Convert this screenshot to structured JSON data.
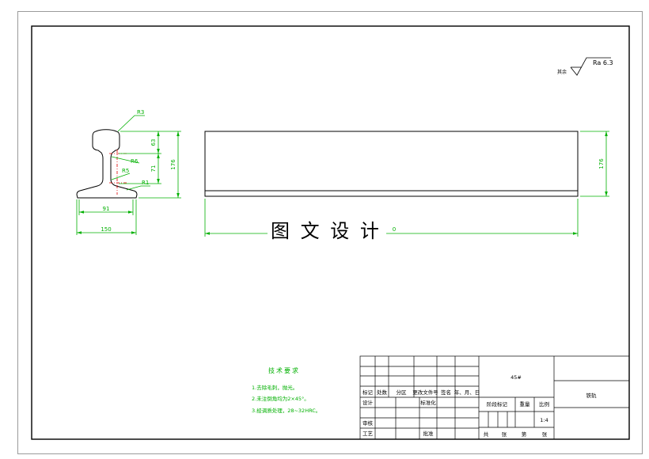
{
  "colors": {
    "drawing": "#000000",
    "dimension": "#00b000",
    "centerline": "#e00000",
    "border": "#9a9a9a"
  },
  "roughness": {
    "label": "其余",
    "value": "Ra 6.3"
  },
  "section_view": {
    "dims": {
      "r3": "R3",
      "h63": "63",
      "r6": "R6",
      "h176": "176",
      "h71": "71",
      "r5": "R5",
      "r1": "R1",
      "w91": "91",
      "w150": "150"
    }
  },
  "side_view": {
    "height": "176",
    "length": "0"
  },
  "watermark": "图 文 设 计",
  "tech_requirements": {
    "title": "技术要求",
    "items": [
      "1.去除毛刺，抛光。",
      "2.未注倒角均为2×45°。",
      "3.经调质处理，28~32HRC。"
    ]
  },
  "title_block": {
    "revision_headers": [
      "标记",
      "处数",
      "分区",
      "更改文件号",
      "签名",
      "年、月、日"
    ],
    "design": "设计",
    "standardization": "标准化",
    "review": "审核",
    "process": "工艺",
    "approval": "批准",
    "material": "45#",
    "stage_mark": "阶段标记",
    "weight": "重量",
    "scale_label": "比例",
    "scale": "1:4",
    "sheet": {
      "total": "共",
      "total_unit": "张",
      "number": "第",
      "number_unit": "张"
    },
    "part_name": "铁轨"
  }
}
